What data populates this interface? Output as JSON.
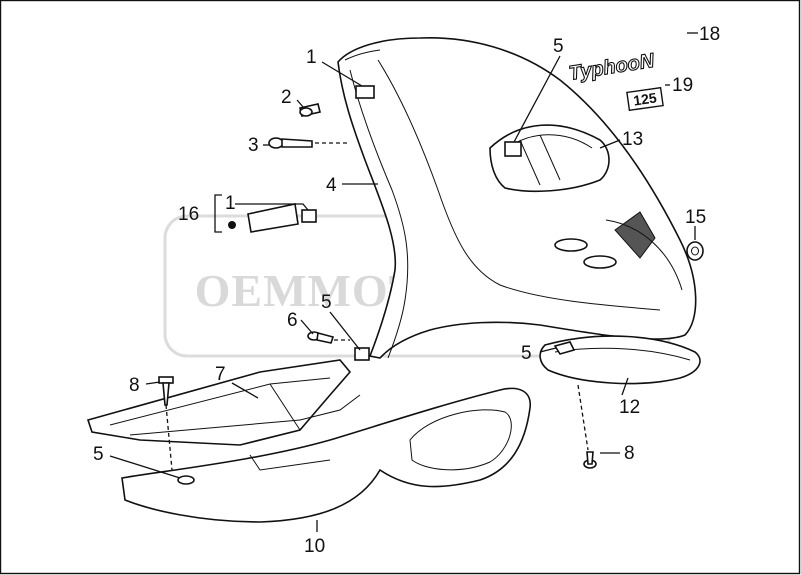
{
  "watermark": "OEMMOTORPARTS",
  "logo": "TyphooN",
  "badge": "125",
  "callouts": {
    "c1_top": "1",
    "c2": "2",
    "c3": "3",
    "c4": "4",
    "c5_top": "5",
    "c16": "16",
    "c1_mid": "1",
    "c15": "15",
    "c13": "13",
    "c18": "18",
    "c19": "19",
    "c5_mid": "5",
    "c6": "6",
    "c5_right": "5",
    "c7": "7",
    "c8_left": "8",
    "c12": "12",
    "c5_low": "5",
    "c8_right": "8",
    "c10": "10"
  }
}
